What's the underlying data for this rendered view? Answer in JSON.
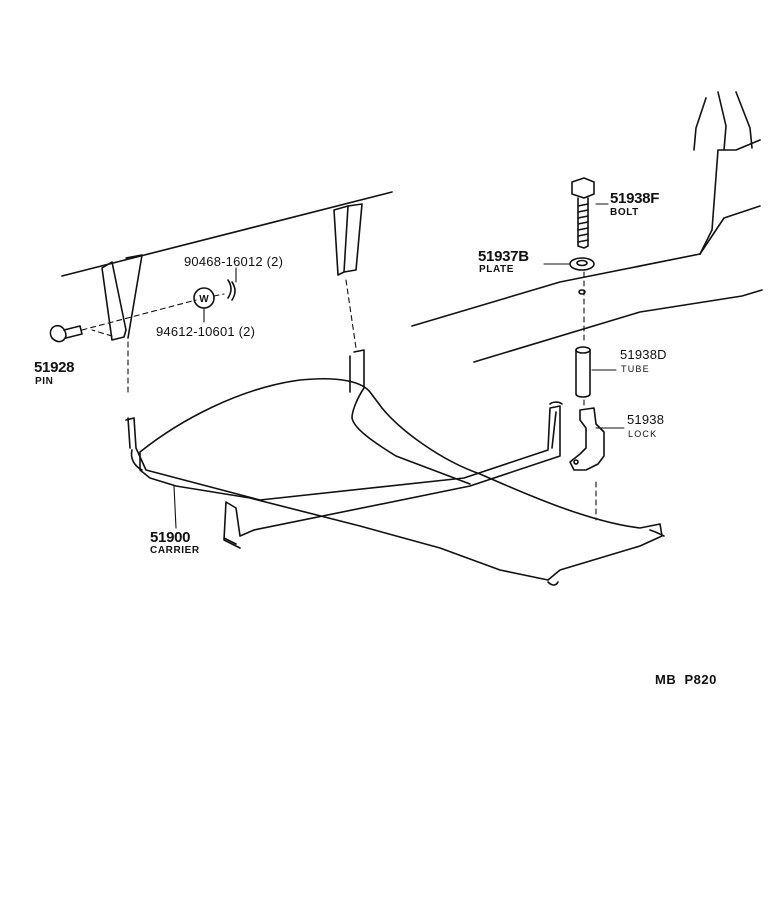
{
  "parts": [
    {
      "key": "pin",
      "number": "51928",
      "name": "PIN"
    },
    {
      "key": "carrier",
      "number": "51900",
      "name": "CARRIER"
    },
    {
      "key": "bolt",
      "number": "51938F",
      "name": "BOLT"
    },
    {
      "key": "plate",
      "number": "51937B",
      "name": "PLATE"
    },
    {
      "key": "tube",
      "number": "51938D",
      "name": "TUBE"
    },
    {
      "key": "lock",
      "number": "51938",
      "name": "LOCK"
    }
  ],
  "fasteners": [
    {
      "key": "clip",
      "number": "90468-16012 (2)"
    },
    {
      "key": "washer",
      "number": "94612-10601 (2)",
      "symbol": "W"
    }
  ],
  "diagram_code": "MB  P820"
}
